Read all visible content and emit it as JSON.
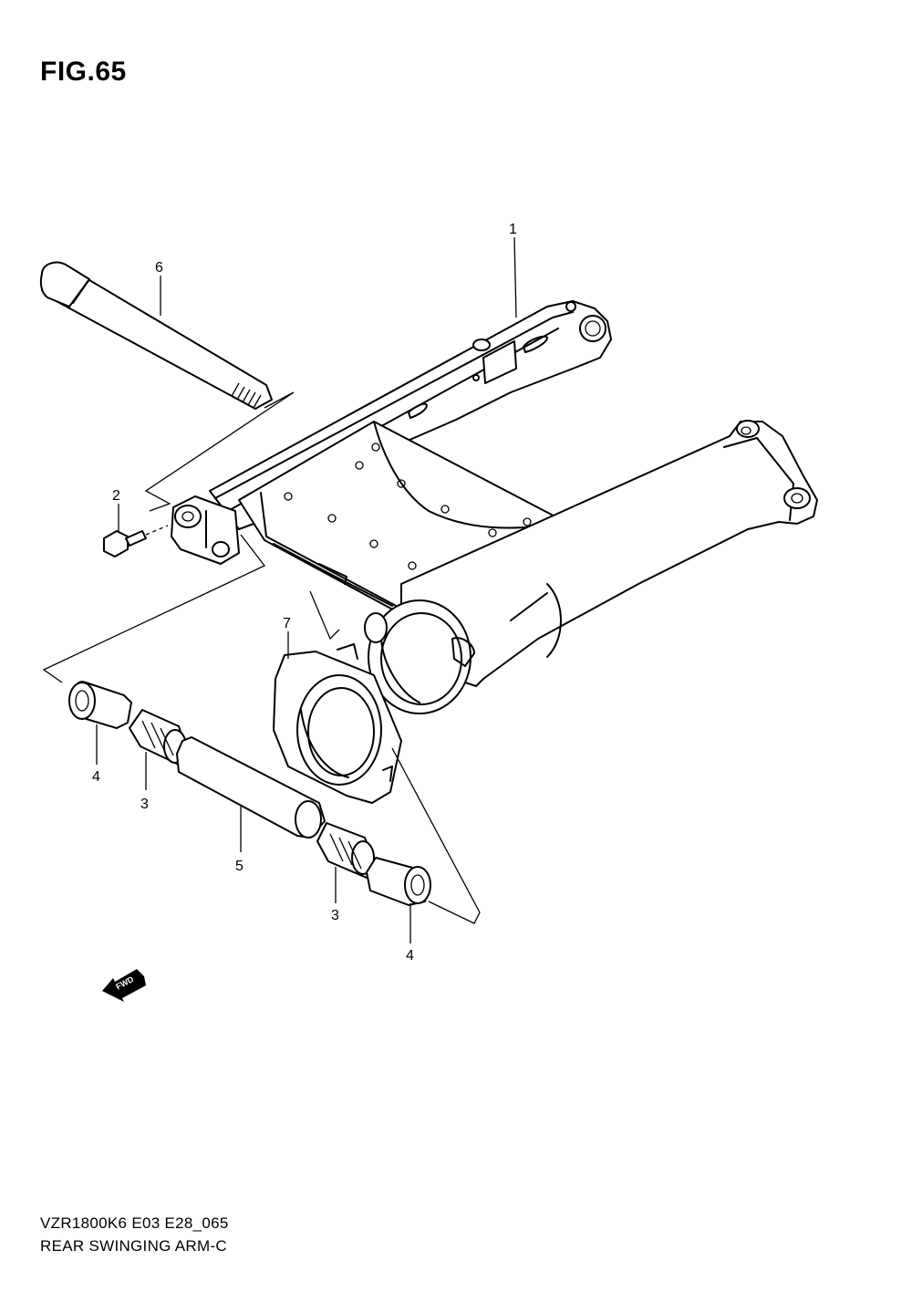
{
  "figure": {
    "title": "FIG.65"
  },
  "callouts": [
    {
      "id": "part-1",
      "label": "1"
    },
    {
      "id": "part-2",
      "label": "2"
    },
    {
      "id": "part-3a",
      "label": "3"
    },
    {
      "id": "part-3b",
      "label": "3"
    },
    {
      "id": "part-4a",
      "label": "4"
    },
    {
      "id": "part-4b",
      "label": "4"
    },
    {
      "id": "part-5",
      "label": "5"
    },
    {
      "id": "part-6",
      "label": "6"
    },
    {
      "id": "part-7",
      "label": "7"
    }
  ],
  "fwd_marker": {
    "label": "FWD",
    "icon": "fwd-arrow-icon"
  },
  "footer": {
    "model_code": "VZR1800K6 E03 E28_065",
    "caption": "REAR SWINGING ARM-C"
  }
}
